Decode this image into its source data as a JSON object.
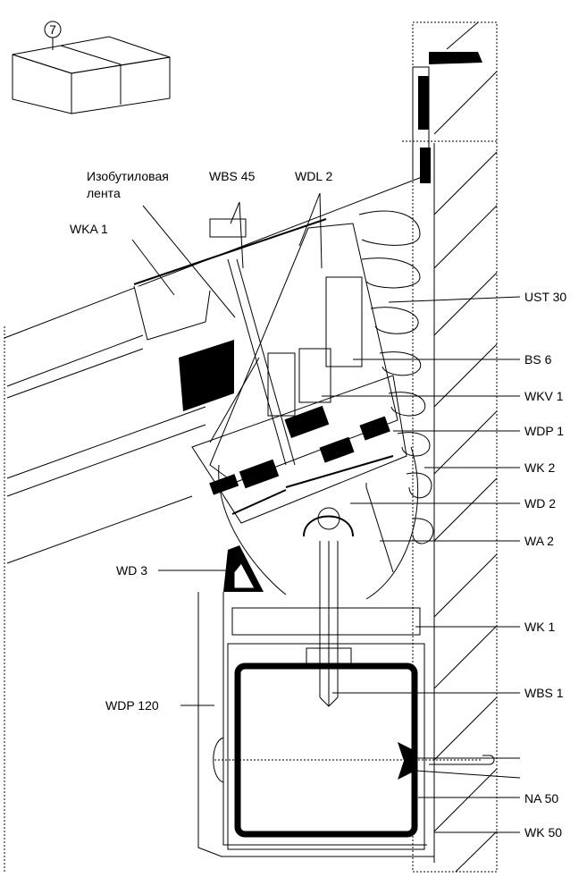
{
  "detail_marker": "7",
  "labels": {
    "isobutyl_line1": "Изобутиловая",
    "isobutyl_line2": "лента",
    "wbs45": "WBS 45",
    "wdl2": "WDL 2",
    "wka1": "WKA 1",
    "ust30": "UST 30",
    "bs6": "BS 6",
    "wkv1": "WKV 1",
    "wdp1": "WDP 1",
    "wk2": "WK 2",
    "wd2": "WD 2",
    "wa2": "WA 2",
    "wd3": "WD 3",
    "wk1": "WK 1",
    "wbs1": "WBS 1",
    "wdp120": "WDP 120",
    "na50": "NA 50",
    "wk50": "WK 50"
  }
}
